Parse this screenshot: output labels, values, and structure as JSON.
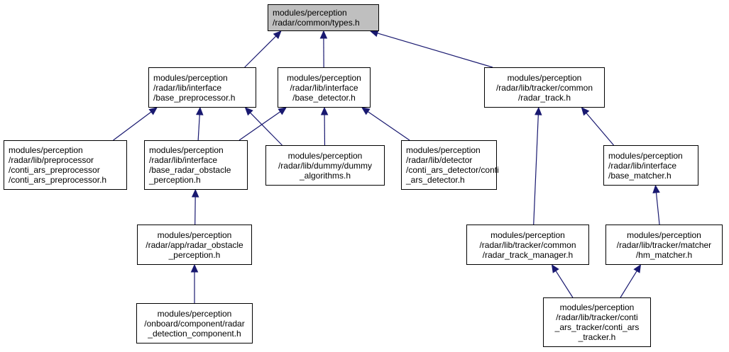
{
  "nodes": [
    {
      "id": "types_h",
      "lines": [
        "modules/perception",
        "/radar/common/types.h"
      ],
      "root": true
    },
    {
      "id": "base_preprocessor_h",
      "lines": [
        "modules/perception",
        "/radar/lib/interface",
        "/base_preprocessor.h"
      ]
    },
    {
      "id": "base_detector_h",
      "lines": [
        "modules/perception",
        "/radar/lib/interface",
        "/base_detector.h"
      ]
    },
    {
      "id": "radar_track_h",
      "lines": [
        "modules/perception",
        "/radar/lib/tracker/common",
        "/radar_track.h"
      ]
    },
    {
      "id": "conti_ars_preprocessor_h",
      "lines": [
        "modules/perception",
        "/radar/lib/preprocessor",
        "/conti_ars_preprocessor",
        "/conti_ars_preprocessor.h"
      ]
    },
    {
      "id": "base_radar_obstacle_perception_h",
      "lines": [
        "modules/perception",
        "/radar/lib/interface",
        "/base_radar_obstacle",
        "_perception.h"
      ]
    },
    {
      "id": "dummy_algorithms_h",
      "lines": [
        "modules/perception",
        "/radar/lib/dummy/dummy",
        "_algorithms.h"
      ]
    },
    {
      "id": "conti_ars_detector_h",
      "lines": [
        "modules/perception",
        "/radar/lib/detector",
        "/conti_ars_detector/conti",
        "_ars_detector.h"
      ]
    },
    {
      "id": "base_matcher_h",
      "lines": [
        "modules/perception",
        "/radar/lib/interface",
        "/base_matcher.h"
      ]
    },
    {
      "id": "radar_obstacle_perception_h",
      "lines": [
        "modules/perception",
        "/radar/app/radar_obstacle",
        "_perception.h"
      ]
    },
    {
      "id": "radar_track_manager_h",
      "lines": [
        "modules/perception",
        "/radar/lib/tracker/common",
        "/radar_track_manager.h"
      ]
    },
    {
      "id": "hm_matcher_h",
      "lines": [
        "modules/perception",
        "/radar/lib/tracker/matcher",
        "/hm_matcher.h"
      ]
    },
    {
      "id": "radar_detection_component_h",
      "lines": [
        "modules/perception",
        "/onboard/component/radar",
        "_detection_component.h"
      ]
    },
    {
      "id": "conti_ars_tracker_h",
      "lines": [
        "modules/perception",
        "/radar/lib/tracker/conti",
        "_ars_tracker/conti_ars",
        "_tracker.h"
      ]
    }
  ],
  "edges": [
    {
      "from": "base_preprocessor_h",
      "to": "types_h"
    },
    {
      "from": "base_detector_h",
      "to": "types_h"
    },
    {
      "from": "radar_track_h",
      "to": "types_h"
    },
    {
      "from": "conti_ars_preprocessor_h",
      "to": "base_preprocessor_h"
    },
    {
      "from": "base_radar_obstacle_perception_h",
      "to": "base_preprocessor_h"
    },
    {
      "from": "dummy_algorithms_h",
      "to": "base_preprocessor_h"
    },
    {
      "from": "base_radar_obstacle_perception_h",
      "to": "base_detector_h"
    },
    {
      "from": "dummy_algorithms_h",
      "to": "base_detector_h"
    },
    {
      "from": "conti_ars_detector_h",
      "to": "base_detector_h"
    },
    {
      "from": "radar_track_manager_h",
      "to": "radar_track_h"
    },
    {
      "from": "base_matcher_h",
      "to": "radar_track_h"
    },
    {
      "from": "radar_obstacle_perception_h",
      "to": "base_radar_obstacle_perception_h"
    },
    {
      "from": "hm_matcher_h",
      "to": "base_matcher_h"
    },
    {
      "from": "radar_detection_component_h",
      "to": "radar_obstacle_perception_h"
    },
    {
      "from": "conti_ars_tracker_h",
      "to": "radar_track_manager_h"
    },
    {
      "from": "conti_ars_tracker_h",
      "to": "hm_matcher_h"
    }
  ],
  "colors": {
    "edge": "#191970",
    "border": "#000000",
    "root_fill": "#bfbfbf",
    "node_fill": "#ffffff"
  }
}
